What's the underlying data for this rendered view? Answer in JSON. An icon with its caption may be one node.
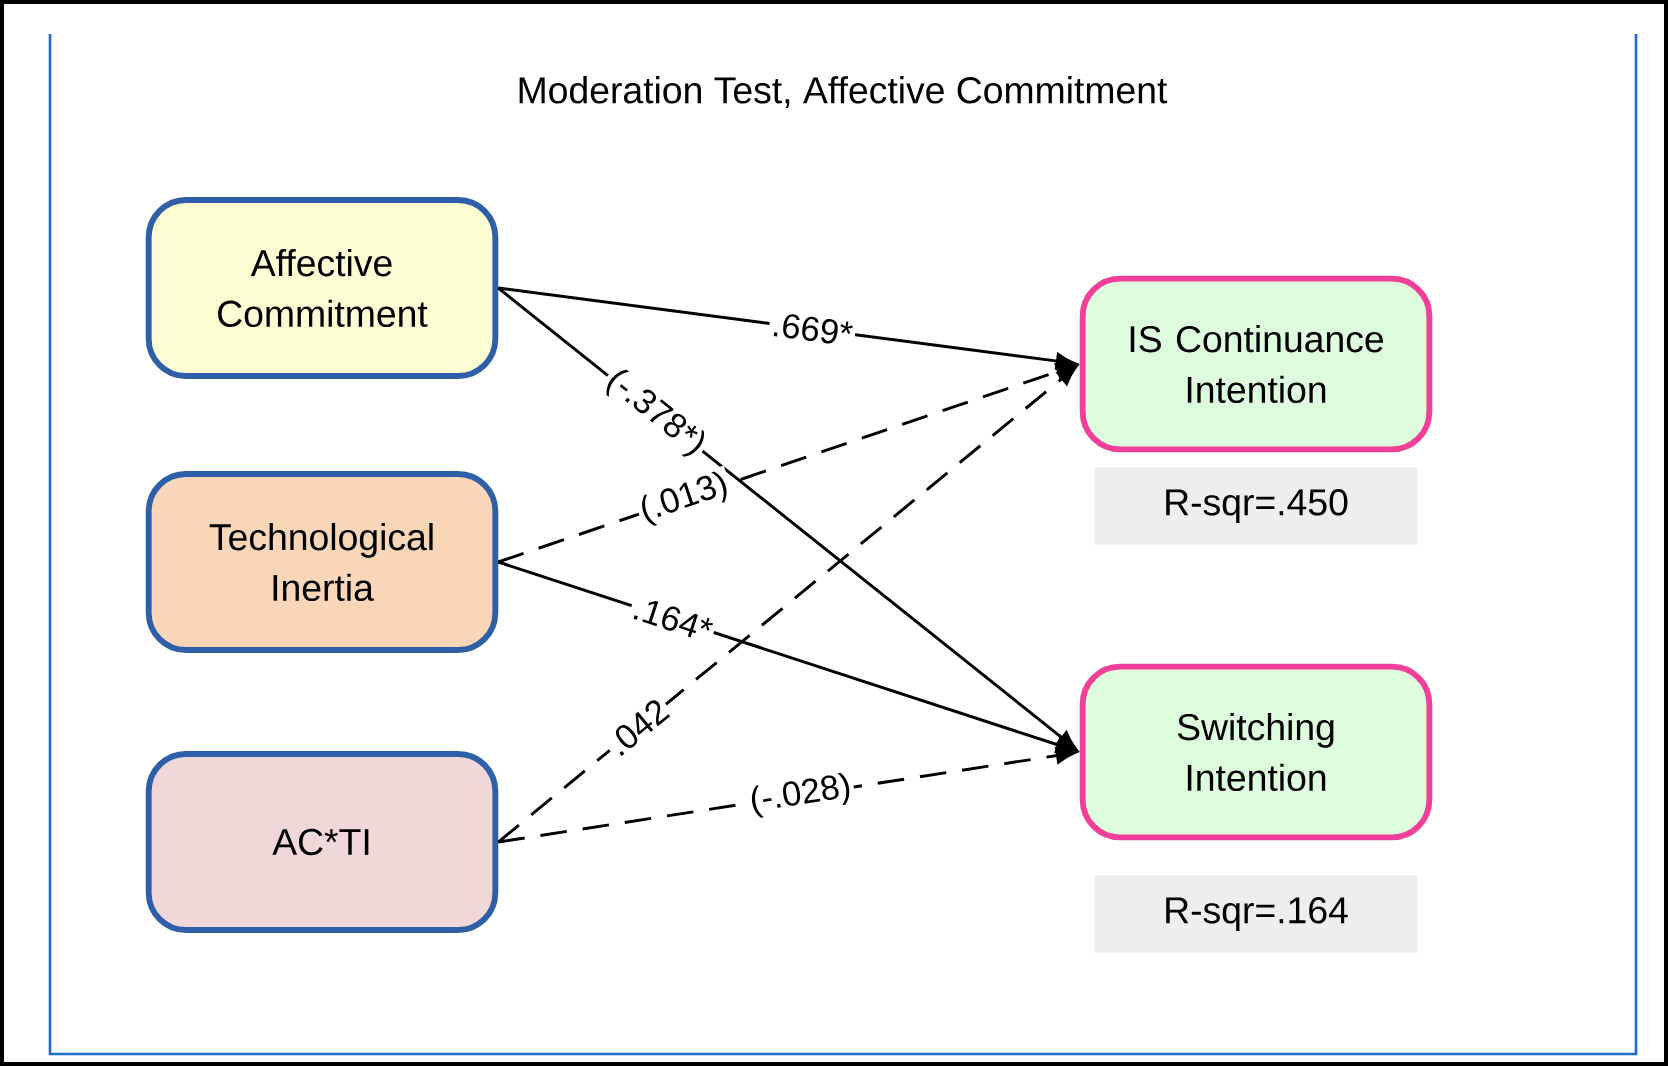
{
  "diagram": {
    "title": "Moderation Test, Affective Commitment",
    "nodes": [
      {
        "text": [
          "Affective Commitment"
        ]
      },
      {
        "text": [
          "Technological Inertia"
        ]
      },
      {
        "text": [
          "AC*TI"
        ]
      },
      {
        "text": [
          "IS Continuance Intention"
        ],
        "beside": [
          "R-sqr=.450"
        ]
      },
      {
        "text": [
          "Switching Intention"
        ],
        "beside": [
          "R-sqr=.164"
        ]
      }
    ],
    "edges": [
      {
        "from": 0,
        "to": 3,
        "arrow": "to",
        "label": ".669*"
      },
      {
        "from": 0,
        "to": 4,
        "arrow": "to",
        "label": "(-.378*)"
      },
      {
        "from": 1,
        "to": 3,
        "arrow": "to",
        "label": "(.013)",
        "style": "dashed"
      },
      {
        "from": 1,
        "to": 4,
        "arrow": "to",
        "label": ".164*"
      },
      {
        "from": 2,
        "to": 3,
        "arrow": "to",
        "label": ".042",
        "style": "dashed"
      },
      {
        "from": 2,
        "to": 4,
        "arrow": "to",
        "label": "(-.028)",
        "style": "dashed"
      }
    ]
  }
}
